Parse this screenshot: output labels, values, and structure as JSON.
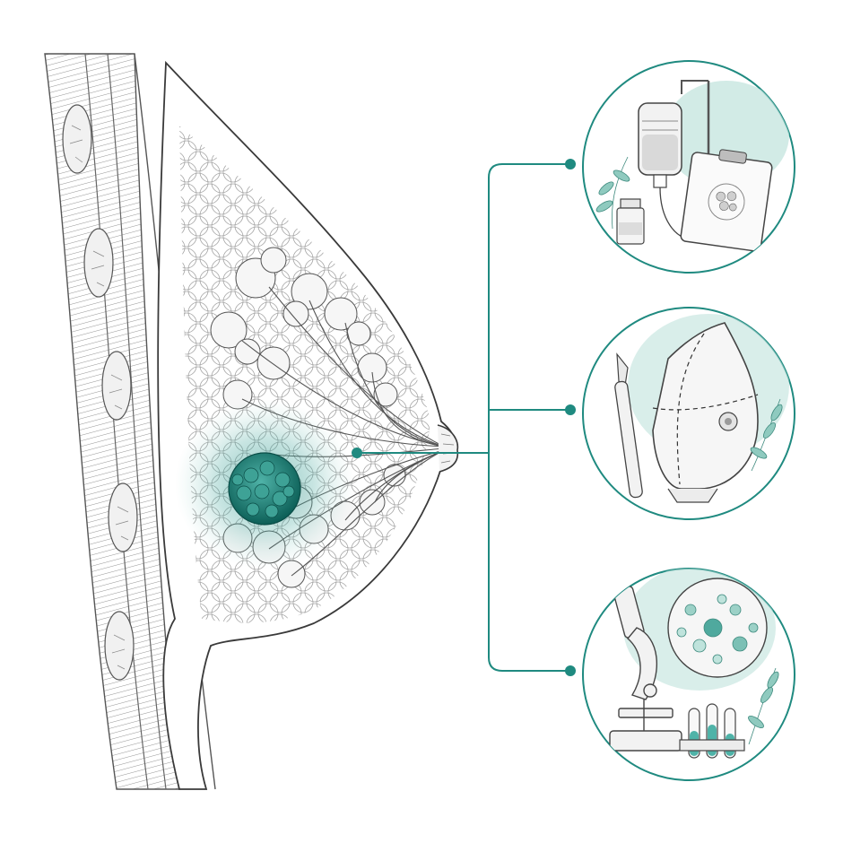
{
  "colors": {
    "ink": "#3a3a3a",
    "line": "#575757",
    "fat_fill": "#f4f4f4",
    "teal": "#1f8a80",
    "teal_dark": "#0f6f66",
    "teal_wash": "#bfe3dc",
    "background": "#ffffff"
  },
  "anatomy": {
    "icon": "breast-cross-section-icon",
    "tumor_icon": "tumor-icon"
  },
  "connector": {
    "icon": "bracket-connector"
  },
  "treatments": [
    {
      "id": "chemotherapy",
      "icon": "iv-drip-icon"
    },
    {
      "id": "surgery",
      "icon": "scalpel-icon"
    },
    {
      "id": "pathology",
      "icon": "microscope-icon"
    }
  ]
}
